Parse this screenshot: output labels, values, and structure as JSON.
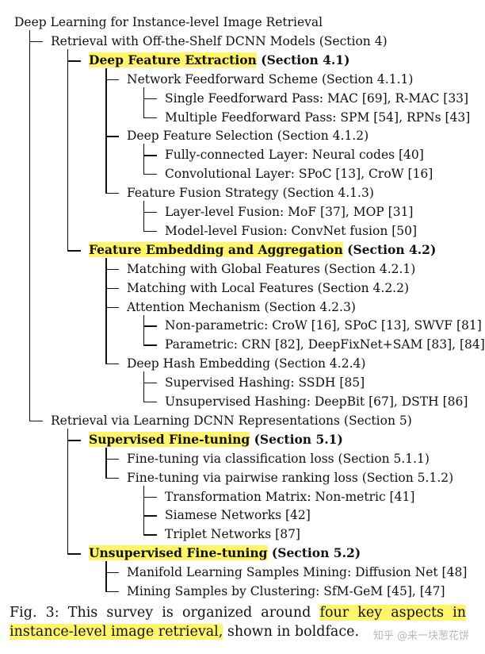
{
  "tree": {
    "label": "Deep Learning for Instance-level Image Retrieval",
    "children": [
      {
        "label": "Retrieval with Off-the-Shelf DCNN Models",
        "section": "(Section 4)",
        "children": [
          {
            "label": "Deep Feature Extraction",
            "section": "(Section 4.1)",
            "bold": true,
            "children": [
              {
                "label": "Network Feedforward Scheme",
                "section": "(Section 4.1.1)",
                "children": [
                  {
                    "label": "Single Feedforward Pass: MAC [69], R-MAC [33]"
                  },
                  {
                    "label": "Multiple Feedforward Pass: SPM [54], RPNs [43]"
                  }
                ]
              },
              {
                "label": "Deep Feature Selection",
                "section": "(Section 4.1.2)",
                "children": [
                  {
                    "label": "Fully-connected Layer: Neural codes [40]"
                  },
                  {
                    "label": "Convolutional Layer: SPoC [13], CroW [16]"
                  }
                ]
              },
              {
                "label": "Feature Fusion Strategy",
                "section": "(Section 4.1.3)",
                "children": [
                  {
                    "label": "Layer-level Fusion: MoF [37], MOP [31]"
                  },
                  {
                    "label": "Model-level Fusion: ConvNet fusion [50]"
                  }
                ]
              }
            ]
          },
          {
            "label": "Feature Embedding and Aggregation",
            "section": "(Section 4.2)",
            "bold": true,
            "children": [
              {
                "label": "Matching with Global Features",
                "section": "(Section 4.2.1)"
              },
              {
                "label": "Matching with Local Features",
                "section": "(Section 4.2.2)"
              },
              {
                "label": "Attention Mechanism",
                "section": "(Section 4.2.3)",
                "children": [
                  {
                    "label": "Non-parametric: CroW [16], SPoC [13], SWVF [81]"
                  },
                  {
                    "label": "Parametric: CRN [82], DeepFixNet+SAM [83], [84]"
                  }
                ]
              },
              {
                "label": "Deep Hash Embedding",
                "section": "(Section 4.2.4)",
                "children": [
                  {
                    "label": "Supervised Hashing: SSDH [85]"
                  },
                  {
                    "label": "Unsupervised Hashing: DeepBit [67], DSTH [86]"
                  }
                ]
              }
            ]
          }
        ]
      },
      {
        "label": "Retrieval via Learning DCNN Representations",
        "section": "(Section 5)",
        "children": [
          {
            "label": "Supervised Fine-tuning",
            "section": "(Section 5.1)",
            "bold": true,
            "children": [
              {
                "label": "Fine-tuning via classification loss",
                "section": "(Section 5.1.1)"
              },
              {
                "label": "Fine-tuning via pairwise ranking loss",
                "section": "(Section 5.1.2)",
                "children": [
                  {
                    "label": "Transformation Matrix: Non-metric [41]"
                  },
                  {
                    "label": "Siamese Networks [42]"
                  },
                  {
                    "label": "Triplet Networks [87]"
                  }
                ]
              }
            ]
          },
          {
            "label": "Unsupervised Fine-tuning",
            "section": "(Section 5.2)",
            "bold": true,
            "children": [
              {
                "label": "Manifold Learning Samples Mining: Diffusion Net [48]"
              },
              {
                "label": "Mining Samples by Clustering: SfM-GeM [45], [47]"
              }
            ]
          }
        ]
      }
    ]
  },
  "caption": {
    "prefix": "Fig. 3: This survey is organized around ",
    "highlight": "four key aspects in instance-level image retrieval,",
    "suffix": " shown in boldface."
  },
  "watermark": "知乎 @来一块葱花饼"
}
